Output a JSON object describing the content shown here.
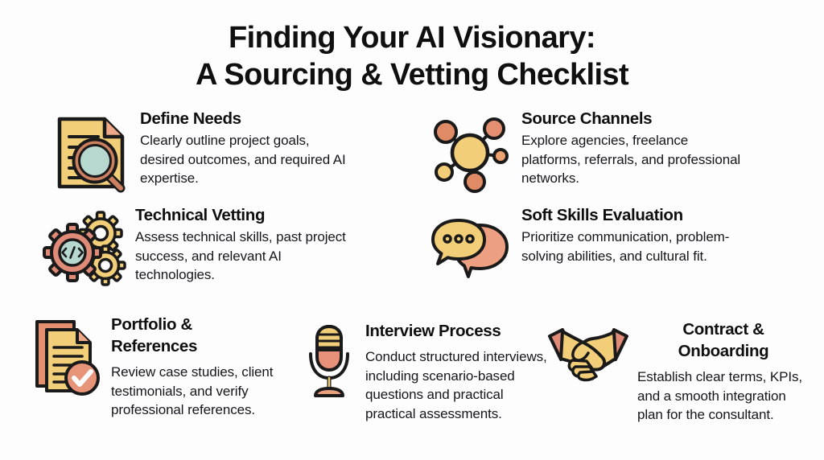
{
  "title": {
    "line1": "Finding Your AI Visionary:",
    "line2": "A Sourcing & Vetting Checklist"
  },
  "palette": {
    "yellow": "#F3CE79",
    "yellow_light": "#F7DC9B",
    "salmon": "#E49070",
    "salmon_light": "#EDA98A",
    "mint": "#B6D8CE",
    "outline": "#1A1A1A",
    "text": "#100F0F",
    "background": "#FDFDFD"
  },
  "items": [
    {
      "id": "define-needs",
      "icon": "document-magnifier-icon",
      "title": "Define Needs",
      "desc": "Clearly outline project goals, desired outcomes, and required AI expertise."
    },
    {
      "id": "source-channels",
      "icon": "network-nodes-icon",
      "title": "Source Channels",
      "desc": "Explore agencies, freelance platforms, referrals, and professional networks."
    },
    {
      "id": "technical-vetting",
      "icon": "gears-code-icon",
      "title": "Technical Vetting",
      "desc": "Assess technical skills, past project success, and relevant AI technologies."
    },
    {
      "id": "soft-skills-evaluation",
      "icon": "speech-bubbles-icon",
      "title": "Soft Skills Evaluation",
      "desc": "Prioritize communication, problem-solving abilities, and cultural fit."
    },
    {
      "id": "portfolio-references",
      "icon": "documents-check-icon",
      "title_line1": "Portfolio &",
      "title_line2": "References",
      "desc": "Review case studies, client testimonials, and verify professional references."
    },
    {
      "id": "interview-process",
      "icon": "microphone-icon",
      "title": "Interview Process",
      "desc": "Conduct structured interviews, including scenario-based questions and practical practical assessments."
    },
    {
      "id": "contract-onboarding",
      "icon": "handshake-icon",
      "title_line1": "Contract &",
      "title_line2": "Onboarding",
      "desc": "Establish clear terms, KPIs, and a smooth integration plan for the consultant."
    }
  ]
}
